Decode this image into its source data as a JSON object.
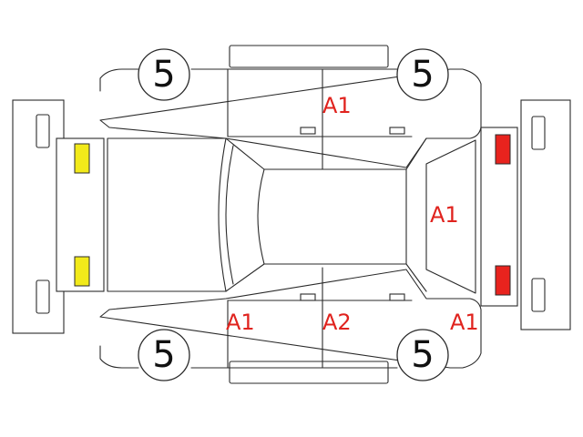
{
  "colors": {
    "damage_text": "#e0231e",
    "front_lamp": "#f2ea1a",
    "rear_lamp": "#e8231e",
    "outline": "#2a2a2a"
  },
  "tires": {
    "front_left": "5",
    "rear_left": "5",
    "front_right": "5",
    "rear_right": "5"
  },
  "damage": {
    "upper_rear_door": "A1",
    "trunk_lid": "A1",
    "lower_front_door": "A1",
    "lower_rear_door": "A2",
    "lower_rear_quarter": "A1"
  }
}
